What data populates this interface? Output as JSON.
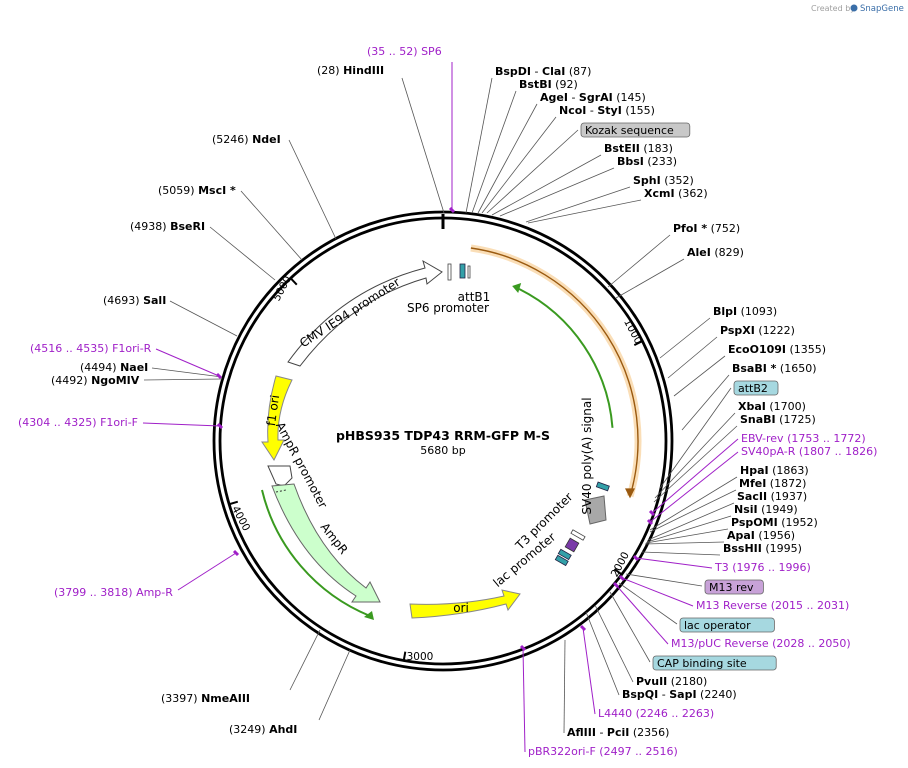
{
  "credit": {
    "prefix": "Created by",
    "brand": "SnapGene"
  },
  "plasmid": {
    "name": "pHBS935 TDP43 RRM-GFP M-S",
    "size": "5680 bp"
  },
  "ticks": [
    "1000",
    "2000",
    "3000",
    "4000",
    "5000"
  ],
  "features": [
    {
      "id": "cmv",
      "label": "CMV IE94 promoter",
      "color": "#ffffff"
    },
    {
      "id": "sp6p",
      "label": "SP6 promoter",
      "color": "#ffffff"
    },
    {
      "id": "attb1",
      "label": "attB1",
      "color": "#33a0a8"
    },
    {
      "id": "sv40",
      "label": "SV40 poly(A) signal",
      "color": "#a8a8a8"
    },
    {
      "id": "t3p",
      "label": "T3 promoter",
      "color": "#ffffff"
    },
    {
      "id": "lacp",
      "label": "lac promoter",
      "color": "#ffffff"
    },
    {
      "id": "ori",
      "label": "ori",
      "color": "#ffff00"
    },
    {
      "id": "amp",
      "label": "AmpR",
      "color": "#ccffcc"
    },
    {
      "id": "ampp",
      "label": "AmpR promoter",
      "color": "#ffffff"
    },
    {
      "id": "f1",
      "label": "f1 ori",
      "color": "#ffff00"
    }
  ],
  "labels": [
    {
      "id": "sp6",
      "type": "primer",
      "coord": "(35 .. 52)",
      "name": "SP6"
    },
    {
      "id": "hind",
      "type": "site",
      "coord": "(28)",
      "name": "HindIII"
    },
    {
      "id": "bspdi",
      "type": "site",
      "name": "BspDI",
      "sep": " - ",
      "name2": "ClaI",
      "coord": "(87)"
    },
    {
      "id": "bstbi",
      "type": "site",
      "name": "BstBI",
      "coord": "(92)"
    },
    {
      "id": "agei",
      "type": "site",
      "name": "AgeI",
      "sep": " - ",
      "name2": "SgrAI",
      "coord": "(145)"
    },
    {
      "id": "ncoi",
      "type": "site",
      "name": "NcoI",
      "sep": " - ",
      "name2": "StyI",
      "coord": "(155)"
    },
    {
      "id": "kozak",
      "type": "boxgray",
      "name": "Kozak sequence"
    },
    {
      "id": "bsteii",
      "type": "site",
      "name": "BstEII",
      "coord": "(183)"
    },
    {
      "id": "bbsi",
      "type": "site",
      "name": "BbsI",
      "coord": "(233)"
    },
    {
      "id": "sphi",
      "type": "site",
      "name": "SphI",
      "coord": "(352)"
    },
    {
      "id": "xcmi",
      "type": "site",
      "name": "XcmI",
      "coord": "(362)"
    },
    {
      "id": "pfoi",
      "type": "site",
      "name": "PfoI *",
      "coord": "(752)"
    },
    {
      "id": "alei",
      "type": "site",
      "name": "AleI",
      "coord": "(829)"
    },
    {
      "id": "blpi",
      "type": "site",
      "name": "BlpI",
      "coord": "(1093)"
    },
    {
      "id": "pspxi",
      "type": "site",
      "name": "PspXI",
      "coord": "(1222)"
    },
    {
      "id": "eco109",
      "type": "site",
      "name": "EcoO109I",
      "coord": "(1355)"
    },
    {
      "id": "bsabi",
      "type": "site",
      "name": "BsaBI *",
      "coord": "(1650)"
    },
    {
      "id": "attb2",
      "type": "boxteal",
      "name": "attB2"
    },
    {
      "id": "xbai",
      "type": "site",
      "name": "XbaI",
      "coord": "(1700)"
    },
    {
      "id": "snabi",
      "type": "site",
      "name": "SnaBI",
      "coord": "(1725)"
    },
    {
      "id": "ebv",
      "type": "primer",
      "name": "EBV-rev",
      "coord": "(1753 .. 1772)"
    },
    {
      "id": "sv40pa",
      "type": "primer",
      "name": "SV40pA-R",
      "coord": "(1807 .. 1826)"
    },
    {
      "id": "hpai",
      "type": "site",
      "name": "HpaI",
      "coord": "(1863)"
    },
    {
      "id": "mfei",
      "type": "site",
      "name": "MfeI",
      "coord": "(1872)"
    },
    {
      "id": "sacii",
      "type": "site",
      "name": "SacII",
      "coord": "(1937)"
    },
    {
      "id": "nsii",
      "type": "site",
      "name": "NsiI",
      "coord": "(1949)"
    },
    {
      "id": "pspomi",
      "type": "site",
      "name": "PspOMI",
      "coord": "(1952)"
    },
    {
      "id": "apai",
      "type": "site",
      "name": "ApaI",
      "coord": "(1956)"
    },
    {
      "id": "bsshii",
      "type": "site",
      "name": "BssHII",
      "coord": "(1995)"
    },
    {
      "id": "t3",
      "type": "primer",
      "name": "T3",
      "coord": "(1976 .. 1996)"
    },
    {
      "id": "m13rev",
      "type": "boxpurple",
      "name": "M13 rev"
    },
    {
      "id": "m13reverse",
      "type": "primer",
      "name": "M13 Reverse",
      "coord": "(2015 .. 2031)"
    },
    {
      "id": "lacop",
      "type": "boxteal",
      "name": "lac operator"
    },
    {
      "id": "m13puc",
      "type": "primer",
      "name": "M13/pUC Reverse",
      "coord": "(2028 .. 2050)"
    },
    {
      "id": "cap",
      "type": "boxteal",
      "name": "CAP binding site"
    },
    {
      "id": "pvuii",
      "type": "site",
      "name": "PvuII",
      "coord": "(2180)"
    },
    {
      "id": "bspqi",
      "type": "site",
      "name": "BspQI",
      "sep": " - ",
      "name2": "SapI",
      "coord": "(2240)"
    },
    {
      "id": "l4440",
      "type": "primer",
      "name": "L4440",
      "coord": "(2246 .. 2263)"
    },
    {
      "id": "afliii",
      "type": "site",
      "name": "AflIII",
      "sep": " - ",
      "name2": "PciI",
      "coord": "(2356)"
    },
    {
      "id": "pbr",
      "type": "primer",
      "name": "pBR322ori-F",
      "coord": "(2497 .. 2516)"
    },
    {
      "id": "ahdi",
      "type": "site",
      "coord": "(3249)",
      "name": "AhdI"
    },
    {
      "id": "nmeaiii",
      "type": "site",
      "coord": "(3397)",
      "name": "NmeAIII"
    },
    {
      "id": "ampr",
      "type": "primer",
      "coord": "(3799 .. 3818)",
      "name": "Amp-R"
    },
    {
      "id": "f1orif",
      "type": "primer",
      "coord": "(4304 .. 4325)",
      "name": "F1ori-F"
    },
    {
      "id": "ngomiv",
      "type": "site",
      "coord": "(4492)",
      "name": "NgoMIV"
    },
    {
      "id": "naei",
      "type": "site",
      "coord": "(4494)",
      "name": "NaeI"
    },
    {
      "id": "f1orir",
      "type": "primer",
      "coord": "(4516 .. 4535)",
      "name": "F1ori-R"
    },
    {
      "id": "sali",
      "type": "site",
      "coord": "(4693)",
      "name": "SalI"
    },
    {
      "id": "bseri",
      "type": "site",
      "coord": "(4938)",
      "name": "BseRI"
    },
    {
      "id": "msci",
      "type": "site",
      "coord": "(5059)",
      "name": "MscI *"
    },
    {
      "id": "ndei",
      "type": "site",
      "coord": "(5246)",
      "name": "NdeI"
    }
  ]
}
